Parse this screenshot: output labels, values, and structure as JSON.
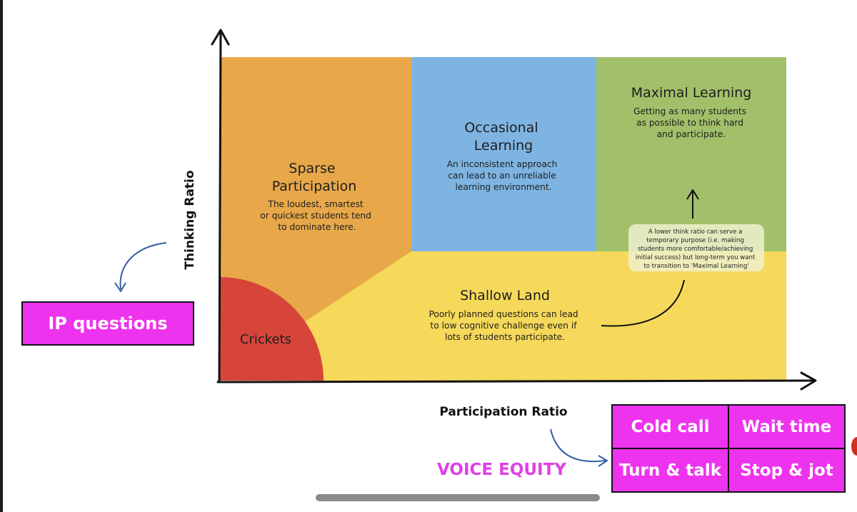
{
  "quadrants": {
    "sparse": {
      "title_lines": [
        "Sparse",
        "Participation"
      ],
      "desc_lines": [
        "The loudest, smartest",
        "or quickest students tend",
        "to dominate here."
      ]
    },
    "occasional": {
      "title_lines": [
        "Occasional",
        "Learning"
      ],
      "desc_lines": [
        "An inconsistent approach",
        "can lead to an unreliable",
        "learning environment."
      ]
    },
    "maximal": {
      "title_lines": [
        "Maximal Learning"
      ],
      "desc_lines": [
        "Getting as many students",
        "as possible to think hard",
        "and participate."
      ]
    },
    "shallow": {
      "title_lines": [
        "Shallow Land"
      ],
      "desc_lines": [
        "Poorly planned questions can lead",
        "to low cognitive challenge even if",
        "lots of students participate."
      ]
    },
    "crickets": {
      "title": "Crickets"
    }
  },
  "note": {
    "lines": [
      "A lower think ratio can serve a",
      "temporary purpose (i.e. making",
      "students more comfortable/achieving",
      "initial success) but long-term you want",
      "to transition to 'Maximal Learning'"
    ]
  },
  "axes": {
    "y_label": "Thinking Ratio",
    "x_label": "Participation Ratio"
  },
  "annotations": {
    "ip_questions": "IP questions",
    "voice_equity": "VOICE EQUITY",
    "voice_strategies": [
      "Cold call",
      "Wait time",
      "Turn & talk",
      "Stop & jot"
    ]
  },
  "colors": {
    "orange": "#e8a84a",
    "blue": "#7eb4e2",
    "green": "#a2c06a",
    "yellow": "#f6d95a",
    "red": "#d7453a",
    "magenta": "#ee33ee",
    "voice_equity_text": "#e040e8"
  }
}
